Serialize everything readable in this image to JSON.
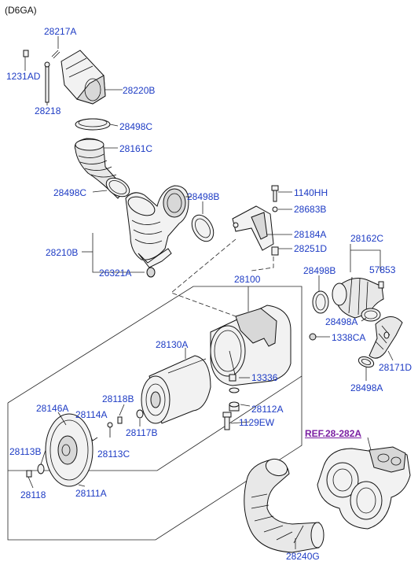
{
  "header": {
    "model": "(D6GA)"
  },
  "labels": {
    "p28217A": "28217A",
    "p1231AD": "1231AD",
    "p28220B": "28220B",
    "p28218": "28218",
    "p28498C_top": "28498C",
    "p28161C": "28161C",
    "p28498C_mid": "28498C",
    "p28498B_left": "28498B",
    "p28210B": "28210B",
    "p26321A": "26321A",
    "p1140HH": "1140HH",
    "p28683B": "28683B",
    "p28184A": "28184A",
    "p28251D": "28251D",
    "p28162C": "28162C",
    "p57853": "57853",
    "p28100": "28100",
    "p28498B_right": "28498B",
    "p28498A_mid": "28498A",
    "p1338CA": "1338CA",
    "p28171D": "28171D",
    "p28498A_bot": "28498A",
    "p28130A": "28130A",
    "p13336": "13336",
    "p28112A": "28112A",
    "p1129EW": "1129EW",
    "p28118B": "28118B",
    "p28117B": "28117B",
    "p28146A": "28146A",
    "p28114A": "28114A",
    "p28113C": "28113C",
    "p28113B": "28113B",
    "p28118": "28118",
    "p28111A": "28111A",
    "ref": "REF.28-282A",
    "p28240G": "28240G"
  }
}
